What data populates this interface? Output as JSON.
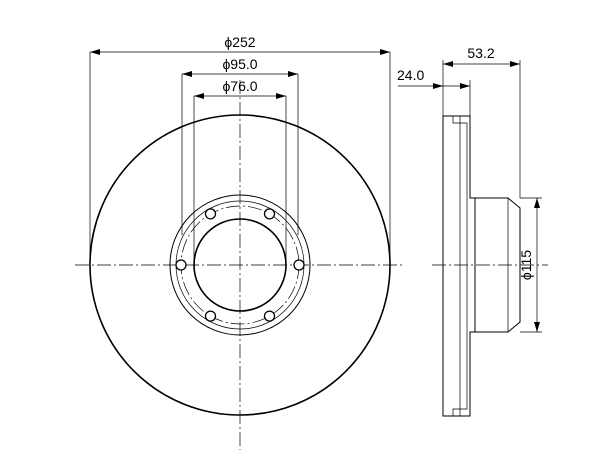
{
  "dimensions": {
    "outer_diameter": "ϕ252",
    "pcd": "ϕ95.0",
    "center_bore": "ϕ76.0",
    "total_height": "53.2",
    "disc_thickness": "24.0",
    "hub_diameter": "ϕ115"
  },
  "bolt_holes": {
    "count": 6
  }
}
